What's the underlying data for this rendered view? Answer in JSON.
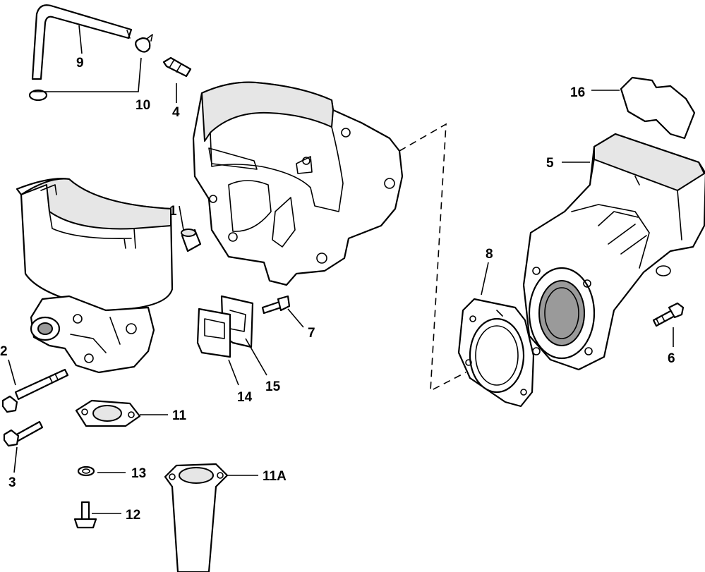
{
  "callouts": {
    "c1": "1",
    "c2": "2",
    "c3": "3",
    "c4": "4",
    "c5": "5",
    "c6": "6",
    "c7": "7",
    "c8": "8",
    "c9": "9",
    "c10": "10",
    "c11": "11",
    "c11a": "11A",
    "c12": "12",
    "c13": "13",
    "c14": "14",
    "c15": "15",
    "c16": "16"
  }
}
